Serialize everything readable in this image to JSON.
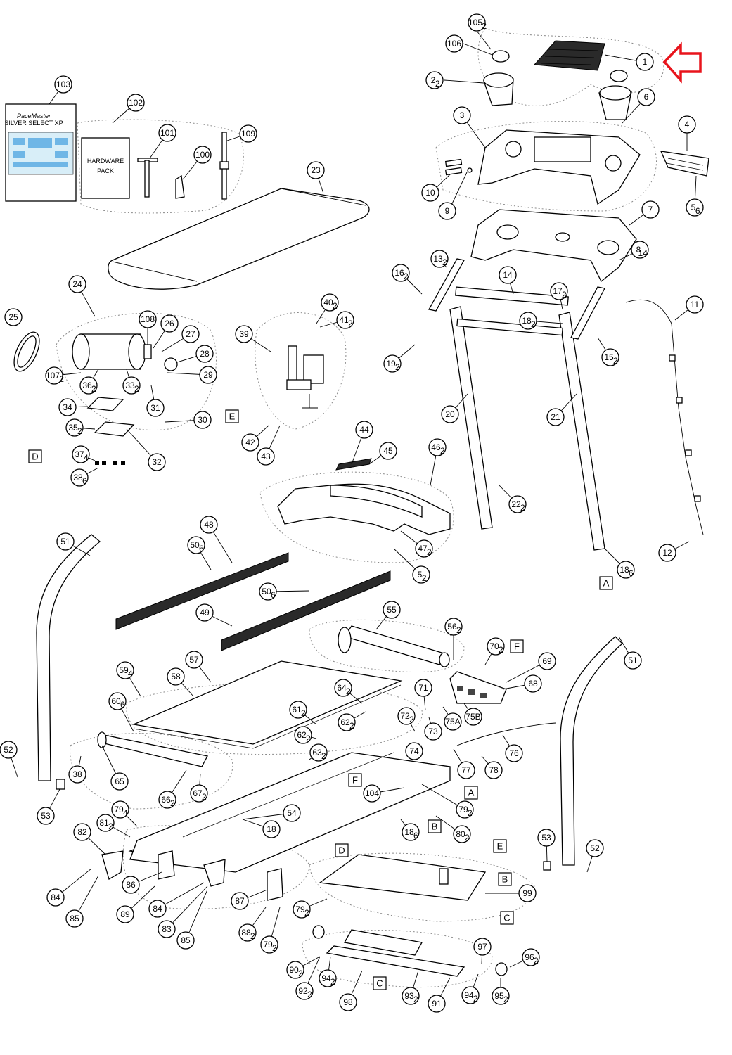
{
  "accent_color": "#e8141c",
  "highlight": {
    "icon": "arrow-left-icon",
    "target_part": "1"
  },
  "manual_cover": {
    "brand": "PaceMaster",
    "model": "SILVER SELECT XP"
  },
  "hardware_pack": {
    "label_line1": "HARDWARE",
    "label_line2": "PACK"
  },
  "parts": [
    "105",
    "106",
    "1",
    "2",
    "6",
    "3",
    "4",
    "10",
    "9",
    "5",
    "7",
    "8",
    "13",
    "16",
    "14",
    "17",
    "18",
    "11",
    "19",
    "15",
    "20",
    "21",
    "22",
    "12",
    "18b",
    "103",
    "102",
    "101",
    "100",
    "109",
    "23",
    "24",
    "25",
    "108",
    "26",
    "27",
    "28",
    "107",
    "36",
    "33",
    "29",
    "31",
    "34",
    "30",
    "35",
    "32",
    "37",
    "38",
    "39",
    "40",
    "41",
    "42",
    "43",
    "44",
    "45",
    "46",
    "47",
    "5b",
    "48",
    "50",
    "50b",
    "49",
    "51",
    "51b",
    "55",
    "56",
    "57",
    "58",
    "59",
    "60",
    "64",
    "62",
    "61",
    "62b",
    "63",
    "70",
    "69",
    "68",
    "71",
    "72",
    "75A",
    "73",
    "75B",
    "74",
    "76",
    "77",
    "78",
    "52",
    "38b",
    "65",
    "66",
    "67",
    "53",
    "104",
    "79",
    "80",
    "54",
    "18c",
    "81",
    "18d",
    "82",
    "79b",
    "86",
    "84",
    "89",
    "83",
    "85",
    "87",
    "88",
    "79c",
    "53b",
    "52b",
    "99",
    "79d",
    "97",
    "96",
    "90",
    "94",
    "92",
    "93",
    "95",
    "91",
    "94b",
    "98"
  ],
  "labels": {
    "105": "105",
    "106": "106",
    "1": "1",
    "2": "2",
    "6": "6",
    "3": "3",
    "4": "4",
    "10": "10",
    "9": "9",
    "5": "5",
    "7": "7",
    "8": "8",
    "13": "13",
    "16": "16",
    "14": "14",
    "17": "17",
    "18": "18",
    "11": "11",
    "19": "19",
    "15": "15",
    "20": "20",
    "21": "21",
    "22": "22",
    "12": "12",
    "18b": "18",
    "103": "103",
    "102": "102",
    "101": "101",
    "100": "100",
    "109": "109",
    "23": "23",
    "24": "24",
    "25": "25",
    "108": "108",
    "26": "26",
    "27": "27",
    "28": "28",
    "107": "107",
    "36": "36",
    "33": "33",
    "29": "29",
    "31": "31",
    "34": "34",
    "30": "30",
    "35": "35",
    "32": "32",
    "37": "37",
    "38": "38",
    "39": "39",
    "40": "40",
    "41": "41",
    "42": "42",
    "43": "43",
    "44": "44",
    "45": "45",
    "46": "46",
    "47": "47",
    "5b": "5",
    "48": "48",
    "50": "50",
    "50b": "50",
    "49": "49",
    "51": "51",
    "51b": "51",
    "55": "55",
    "56": "56",
    "57": "57",
    "58": "58",
    "59": "59",
    "60": "60",
    "64": "64",
    "62": "62",
    "61": "61",
    "62b": "62",
    "63": "63",
    "70": "70",
    "69": "69",
    "68": "68",
    "71": "71",
    "72": "72",
    "75A": "75A",
    "73": "73",
    "75B": "75B",
    "74": "74",
    "76": "76",
    "77": "77",
    "78": "78",
    "52": "52",
    "38b": "38",
    "65": "65",
    "66": "66",
    "67": "67",
    "53": "53",
    "104": "104",
    "79": "79",
    "80": "80",
    "54": "54",
    "18c": "18",
    "81": "81",
    "18d": "18",
    "82": "82",
    "79b": "79",
    "86": "86",
    "84": "84",
    "89": "89",
    "83": "83",
    "85": "85",
    "87": "87",
    "88": "88",
    "79c": "79",
    "53b": "53",
    "52b": "52",
    "99": "99",
    "79d": "79",
    "97": "97",
    "96": "96",
    "90": "90",
    "94": "94",
    "92": "92",
    "93": "93",
    "95": "95",
    "91": "91",
    "94b": "94",
    "98": "98"
  },
  "subscripts": {
    "105": "2",
    "2": "2",
    "5": "6",
    "8": "14",
    "13": "2",
    "16": "2",
    "17": "2",
    "18": "2",
    "19": "2",
    "15": "2",
    "22": "2",
    "18b": "6",
    "107": "2",
    "36": "2",
    "33": "2",
    "35": "2",
    "37": "4",
    "38": "6",
    "40": "2",
    "41": "2",
    "46": "2",
    "47": "2",
    "5b": "2",
    "50": "6",
    "50b": "6",
    "56": "2",
    "59": "4",
    "60": "6",
    "64": "2",
    "62": "2",
    "61": "2",
    "62b": "2",
    "63": "2",
    "70": "2",
    "72": "2",
    "66": "2",
    "67": "2",
    "79": "2",
    "80": "2",
    "79b": "4",
    "81": "2",
    "18d": "6",
    "88": "2",
    "79c": "2",
    "79d": "2",
    "96": "2",
    "90": "2",
    "94": "2",
    "92": "2",
    "93": "2",
    "95": "2",
    "94b": "2"
  },
  "ref_letters": [
    "E",
    "D",
    "A",
    "F",
    "F2",
    "A2",
    "B",
    "D2",
    "E2",
    "B2",
    "C",
    "C2"
  ],
  "ref_letter_text": {
    "E": "E",
    "D": "D",
    "A": "A",
    "F": "F",
    "F2": "F",
    "A2": "A",
    "B": "B",
    "D2": "D",
    "E2": "E",
    "B2": "B",
    "C": "C",
    "C2": "C"
  }
}
